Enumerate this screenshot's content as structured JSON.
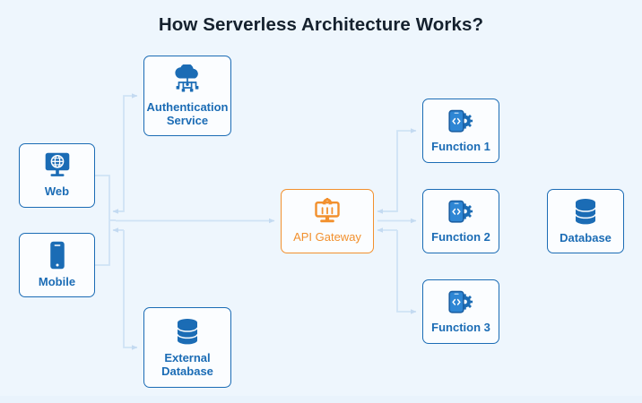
{
  "title": "How Serverless Architecture Works?",
  "colors": {
    "background": "#eef6fd",
    "node_border_blue": "#1b6cb5",
    "node_fill": "#fbfdff",
    "label_blue": "#1b6cb5",
    "accent_orange": "#f2902d",
    "connector": "#cbe0f4",
    "title_text": "#15212e"
  },
  "nodes": [
    {
      "id": "web",
      "label": "Web",
      "icon": "monitor-globe-icon",
      "accent": false
    },
    {
      "id": "mobile",
      "label": "Mobile",
      "icon": "smartphone-icon",
      "accent": false
    },
    {
      "id": "auth",
      "label": "Authentication\nService",
      "icon": "cloud-circuit-icon",
      "accent": false
    },
    {
      "id": "extdb",
      "label": "External\nDatabase",
      "icon": "database-cylinder-icon",
      "accent": false
    },
    {
      "id": "gateway",
      "label": "API Gateway",
      "icon": "monitor-gear-icon",
      "accent": true
    },
    {
      "id": "function-1",
      "label": "Function 1",
      "icon": "code-gear-icon",
      "accent": false
    },
    {
      "id": "function-2",
      "label": "Function 2",
      "icon": "code-gear-icon",
      "accent": false
    },
    {
      "id": "function-3",
      "label": "Function 3",
      "icon": "code-gear-icon",
      "accent": false
    },
    {
      "id": "database",
      "label": "Database",
      "icon": "database-cylinder-icon",
      "accent": false
    }
  ],
  "connections": [
    {
      "from": "web",
      "to": "bus",
      "direction": "right"
    },
    {
      "from": "mobile",
      "to": "bus",
      "direction": "right"
    },
    {
      "from": "bus",
      "to": "auth",
      "direction": "up-right"
    },
    {
      "from": "auth",
      "to": "bus",
      "direction": "down-left"
    },
    {
      "from": "bus",
      "to": "extdb",
      "direction": "down-right"
    },
    {
      "from": "bus",
      "to": "gateway",
      "direction": "right"
    },
    {
      "from": "gateway",
      "to": "function-1",
      "direction": "up-right"
    },
    {
      "from": "gateway",
      "to": "function-2",
      "direction": "right"
    },
    {
      "from": "gateway",
      "to": "function-3",
      "direction": "down-right"
    },
    {
      "from": "function-1",
      "to": "gateway",
      "direction": "left"
    },
    {
      "from": "function-3",
      "to": "gateway",
      "direction": "left"
    }
  ]
}
